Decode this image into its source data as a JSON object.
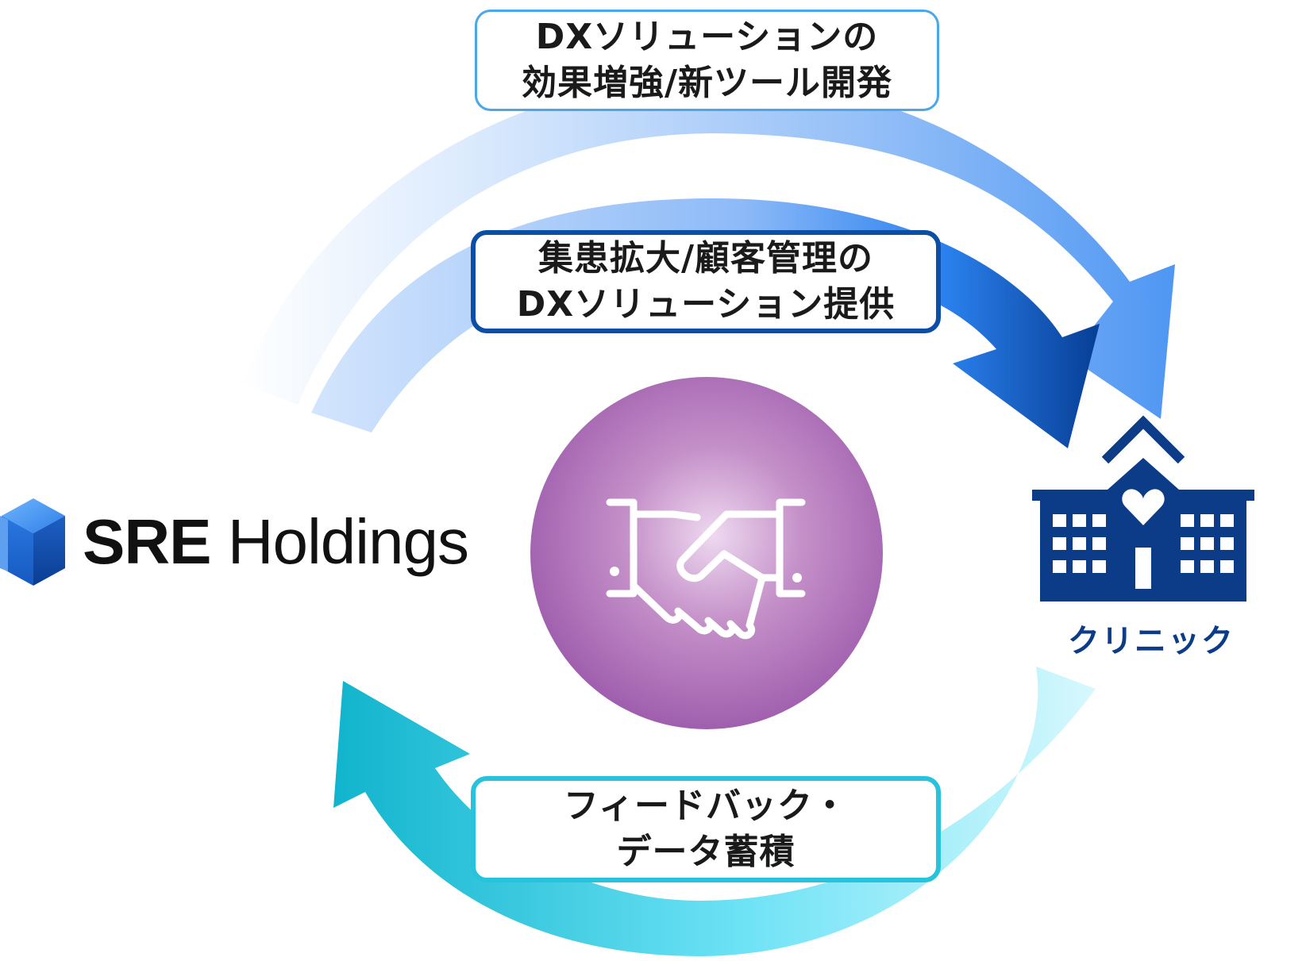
{
  "labels": {
    "enhance": [
      "DXソリューションの",
      "効果増強/新ツール開発"
    ],
    "provide": [
      "集患拡大/顧客管理の",
      "DXソリューション提供"
    ],
    "feedback": [
      "フィードバック・",
      "データ蓄積"
    ]
  },
  "logo": {
    "bold": "SRE",
    "regular": " Holdings"
  },
  "clinic": {
    "label": "クリニック"
  },
  "icons": {
    "logo": "sre-cube-logo-icon",
    "center": "handshake-icon",
    "clinic": "clinic-building-heart-icon"
  },
  "colors": {
    "outer_arrow": "#5aa2f5",
    "inner_arrow": "#0a3f98",
    "bottom_arrow": "#12b6cf",
    "center_circle": "#a366b0",
    "clinic_icon": "#0c3b87"
  }
}
